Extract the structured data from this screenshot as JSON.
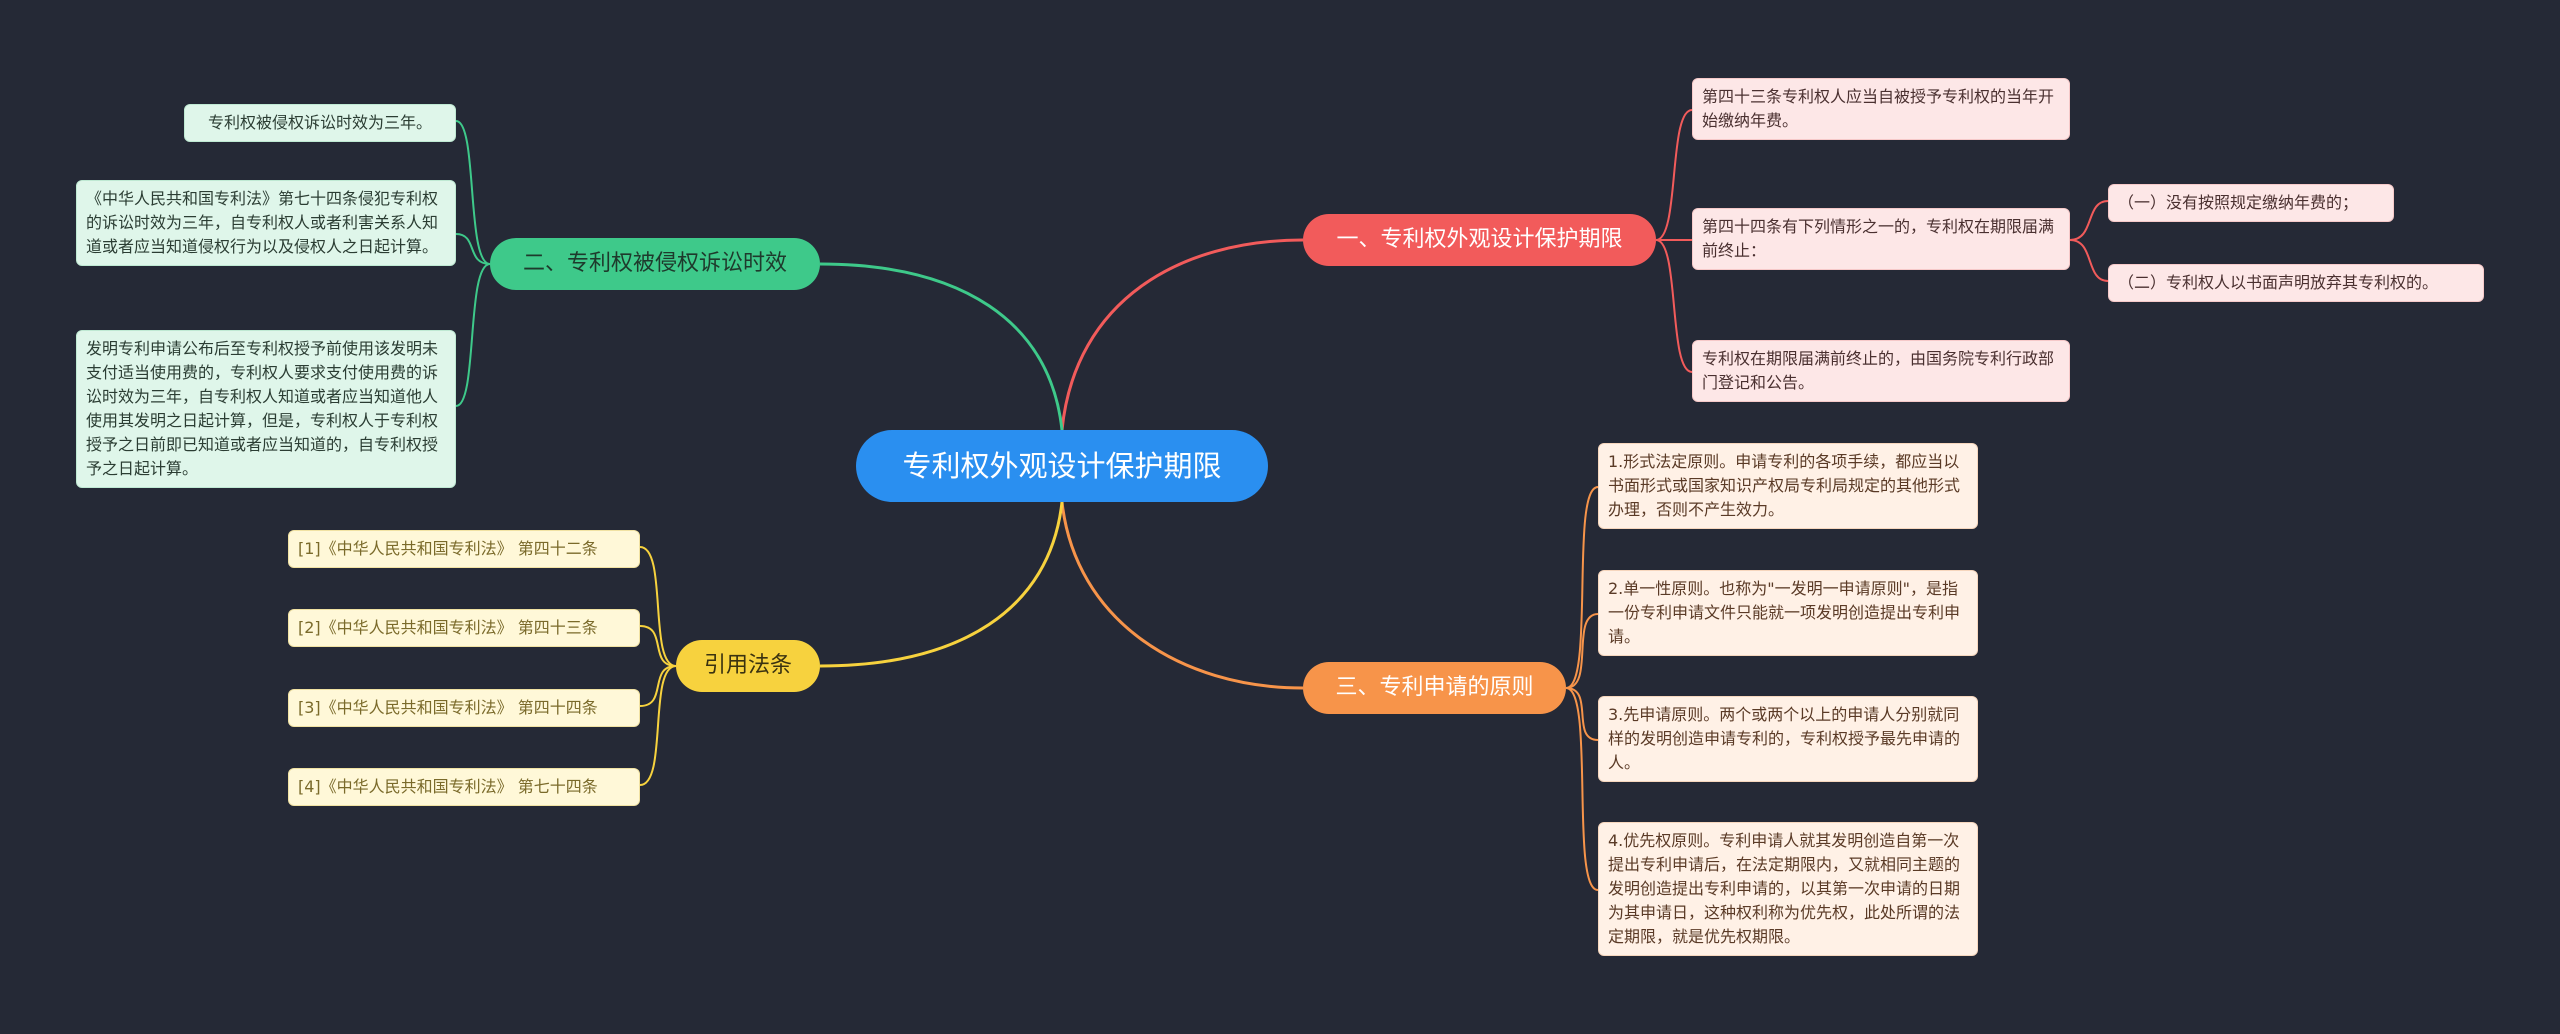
{
  "root": {
    "label": "专利权外观设计保护期限"
  },
  "branches": {
    "b1": {
      "label": "一、专利权外观设计保护期限",
      "color": "#f25b5b",
      "leaves": [
        "第四十三条专利权人应当自被授予专利权的当年开始缴纳年费。",
        "第四十四条有下列情形之一的，专利权在期限届满前终止：",
        "专利权在期限届满前终止的，由国务院专利行政部门登记和公告。"
      ],
      "subleaves": [
        "（一）没有按照规定缴纳年费的；",
        "（二）专利权人以书面声明放弃其专利权的。"
      ]
    },
    "b2": {
      "label": "二、专利权被侵权诉讼时效",
      "color": "#3ec98a",
      "leaves": [
        "专利权被侵权诉讼时效为三年。",
        "《中华人民共和国专利法》第七十四条侵犯专利权的诉讼时效为三年，自专利权人或者利害关系人知道或者应当知道侵权行为以及侵权人之日起计算。",
        "发明专利申请公布后至专利权授予前使用该发明未支付适当使用费的，专利权人要求支付使用费的诉讼时效为三年，自专利权人知道或者应当知道他人使用其发明之日起计算，但是，专利权人于专利权授予之日前即已知道或者应当知道的，自专利权授予之日起计算。"
      ]
    },
    "b3": {
      "label": "三、专利申请的原则",
      "color": "#f7944a",
      "leaves": [
        "1.形式法定原则。申请专利的各项手续，都应当以书面形式或国家知识产权局专利局规定的其他形式办理，否则不产生效力。",
        "2.单一性原则。也称为\"一发明一申请原则\"，是指一份专利申请文件只能就一项发明创造提出专利申请。",
        "3.先申请原则。两个或两个以上的申请人分别就同样的发明创造申请专利的，专利权授予最先申请的人。",
        "4.优先权原则。专利申请人就其发明创造自第一次提出专利申请后，在法定期限内，又就相同主题的发明创造提出专利申请的，以其第一次申请的日期为其申请日，这种权利称为优先权，此处所谓的法定期限，就是优先权期限。"
      ]
    },
    "b4": {
      "label": "引用法条",
      "color": "#f7d23e",
      "leaves": [
        "[1]《中华人民共和国专利法》 第四十二条",
        "[2]《中华人民共和国专利法》 第四十三条",
        "[3]《中华人民共和国专利法》 第四十四条",
        "[4]《中华人民共和国专利法》 第七十四条"
      ]
    }
  }
}
